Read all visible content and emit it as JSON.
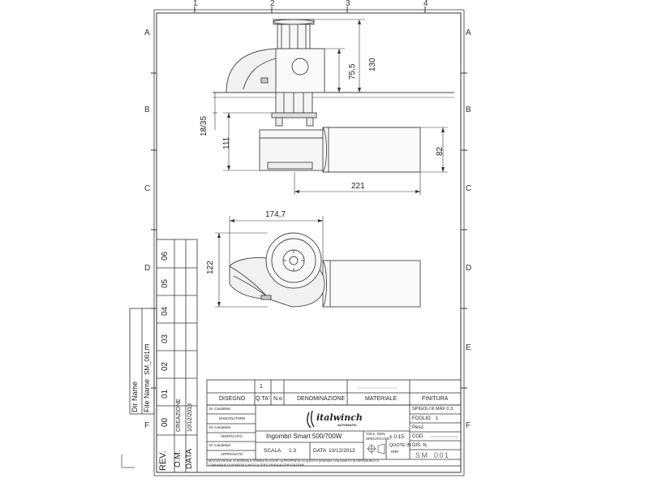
{
  "zones": {
    "columns": [
      "1",
      "2",
      "3",
      "4"
    ],
    "rows": [
      "A",
      "B",
      "C",
      "D",
      "E",
      "F"
    ]
  },
  "dimensions": {
    "top_height": "130",
    "drum_height": "75,5",
    "flange": "18/35",
    "base_height": "111",
    "motor_diameter": "82",
    "total_length": "221",
    "plan_length": "174,7",
    "plan_width": "122"
  },
  "revision_table": {
    "header_rev": "REV.",
    "header_om": "O.M.",
    "header_data": "DATA",
    "header_creazione": "CREAZIONE",
    "date": "10/12/2013",
    "rev_numbers": [
      "00",
      "01",
      "02",
      "03",
      "04",
      "05",
      "06"
    ]
  },
  "file_box": {
    "dir_name_label": "Dir Name",
    "file_name_label": "File Name",
    "file_name_value": "SM_001"
  },
  "parts_list": {
    "qty": "1",
    "col_disegno": "DISEGNO",
    "col_qta": "Q.TA'",
    "col_no": "N.o",
    "col_denominazione": "DENOMINAZIONE",
    "col_materiale": "MATERIALE",
    "col_finitura": "FINITURA"
  },
  "title_block": {
    "designer_name": "M. Candelieri",
    "designer_role": "DISEGNATORE",
    "checker_name": "M. Candelieri",
    "checker_role": "VERIFICATO",
    "approver_name": "M. Candelieri",
    "approver_role": "APPROVATO",
    "logo_text": "italwinch",
    "logo_sub": "AUTOMATIC",
    "title": "Ingombri Smart 500/700W",
    "scale_label": "SCALA",
    "scale_value": "1:3",
    "date_label": "DATA",
    "date_value": "10/12/2013",
    "tolerance_label_1": "TOLL. NON",
    "tolerance_label_2": "SPECIFICATE",
    "tolerance_value": "± 0.15",
    "units_label_1": "QUOTE IN",
    "units_label_2": "mm",
    "spigoli": "SPIGOLI  R MAX 0.3",
    "foglio_label": "FOGLIO",
    "foglio_value": "1",
    "peso_label": "Peso",
    "cod_label": "COD.",
    "dis_label": "DIS. N.",
    "dis_value": "SM_001",
    "copyright_1": "MZ ELECTRONIC SI RISERVA A TERMINI DI LEGGE LA PROPRIETA' DI QUESTO DISEGNO CON DIVIETO DI RIPRODURLO O",
    "copyright_2": "COMUNIQUE DI RENDERLO NOTO A TERZI SENZA AUTORIZZAZIONE"
  }
}
